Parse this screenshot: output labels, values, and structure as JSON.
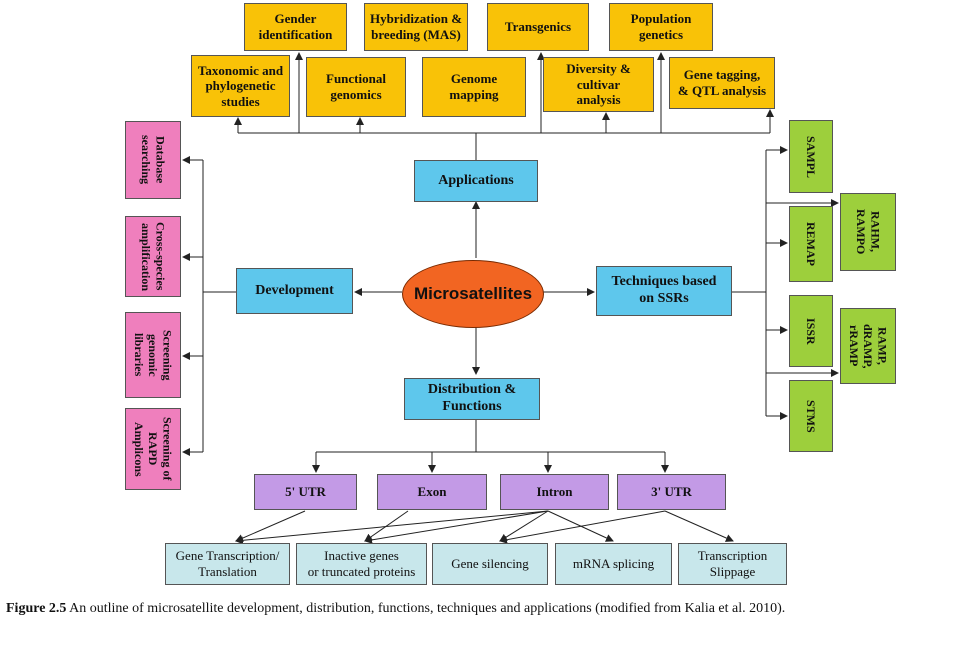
{
  "center": "Microsatellites",
  "hubs": {
    "applications": "Applications",
    "development": "Development",
    "techniques": "Techniques based\non SSRs",
    "distribution": "Distribution &\nFunctions"
  },
  "applications_top": [
    "Gender\nidentification",
    "Hybridization &\nbreeding (MAS)",
    "Transgenics",
    "Population\ngenetics"
  ],
  "applications_bottom": [
    "Taxonomic and\nphylogenetic\nstudies",
    "Functional\ngenomics",
    "Genome\nmapping",
    "Diversity &\ncultivar\nanalysis",
    "Gene tagging,\n& QTL analysis"
  ],
  "development_items": [
    "Database\nsearching",
    "Cross-species\namplification",
    "Screening\ngenomic\nlibraries",
    "Screening of\nRAPD\nAmplicons"
  ],
  "technique_items": [
    "SAMPL",
    "RAHM,\nRAMPO",
    "REMAP",
    "ISSR",
    "RAMP,\ndRAMP,\nrRAMP",
    "STMS"
  ],
  "regions": [
    "5' UTR",
    "Exon",
    "Intron",
    "3' UTR"
  ],
  "functions": [
    "Gene Transcription/\nTranslation",
    "Inactive genes\nor truncated proteins",
    "Gene silencing",
    "mRNA splicing",
    "Transcription\nSlippage"
  ],
  "caption": {
    "label": "Figure 2.5",
    "text": " An outline of microsatellite development, distribution, functions, techniques and applications (modified from Kalia et al. 2010)."
  }
}
